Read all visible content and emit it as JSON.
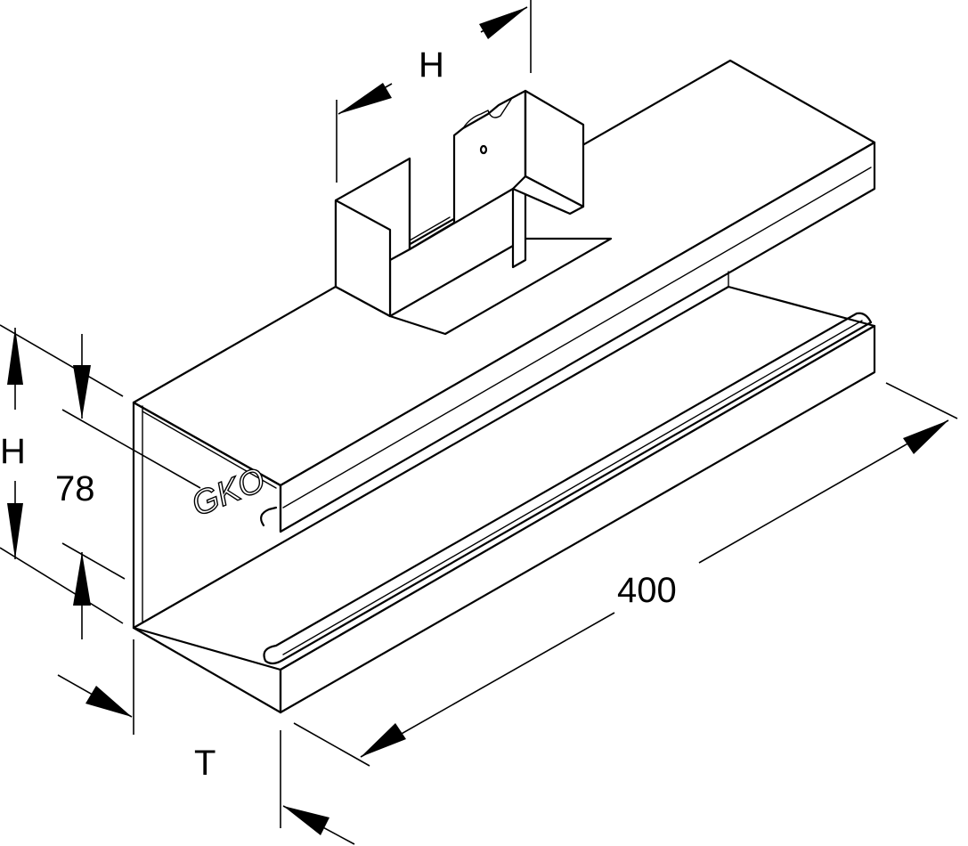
{
  "dimensions": {
    "top_height_label": "H",
    "left_height_label": "H",
    "height_value": "78",
    "length_value": "400",
    "depth_label": "T"
  },
  "logo_text": "GKO"
}
